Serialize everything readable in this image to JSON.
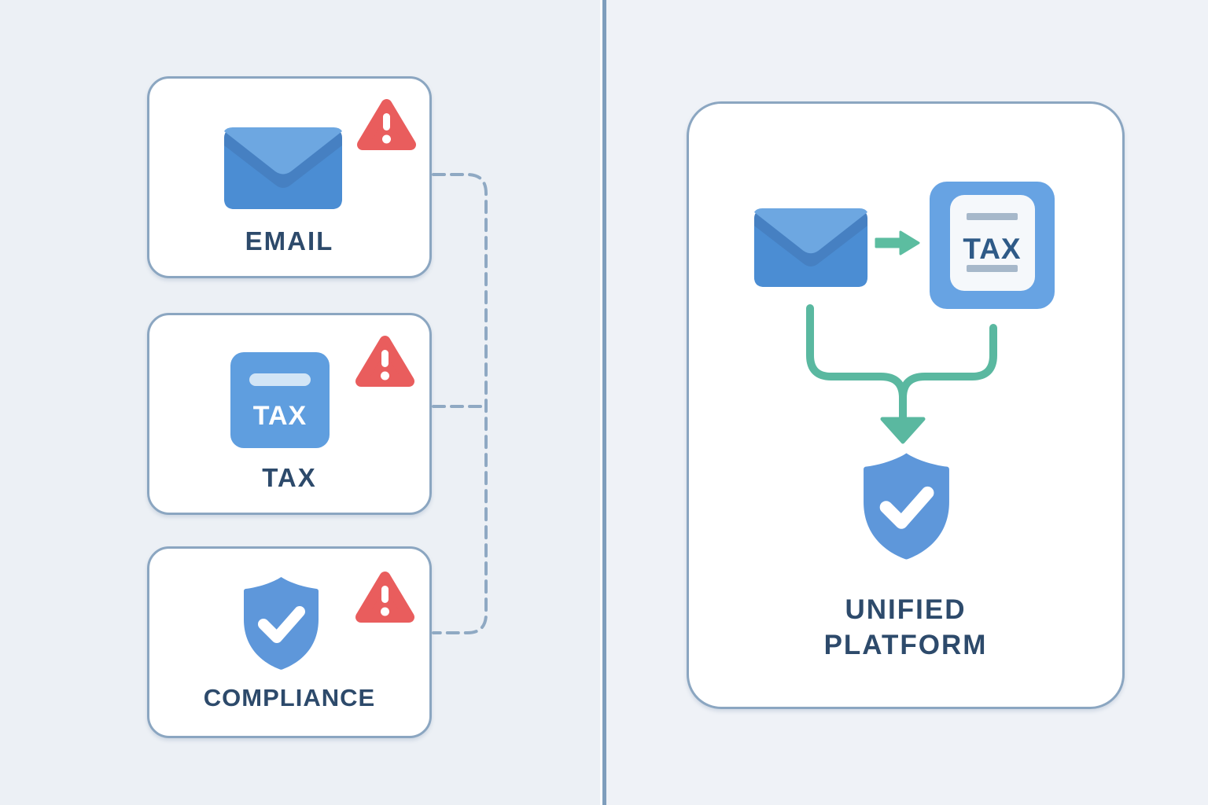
{
  "diagram": {
    "left": {
      "cards": [
        {
          "label": "EMAIL"
        },
        {
          "label": "TAX",
          "icon_label": "TAX"
        },
        {
          "label": "COMPLIANCE"
        }
      ]
    },
    "right": {
      "tax_icon_label": "TAX",
      "platform_label_line1": "UNIFIED",
      "platform_label_line2": "PLATFORM"
    },
    "colors": {
      "background_left": "#ECF0F5",
      "background_right": "#EFF2F7",
      "card_fill": "#FFFFFF",
      "card_border": "#8BA6C1",
      "label_text": "#2D4A6B",
      "envelope_body": "#4B8DD3",
      "envelope_flap": "#6DA7E1",
      "envelope_back": "#4680C2",
      "tax_square_fill": "#5F9EDF",
      "tax_doc_fill": "#67A3E3",
      "shield_fill": "#5E97DA",
      "alert_red": "#E95D5D",
      "flow_green": "#5AB8A0",
      "connector_dash": "#8FA9C3",
      "divider": "#7F9EBC"
    }
  }
}
